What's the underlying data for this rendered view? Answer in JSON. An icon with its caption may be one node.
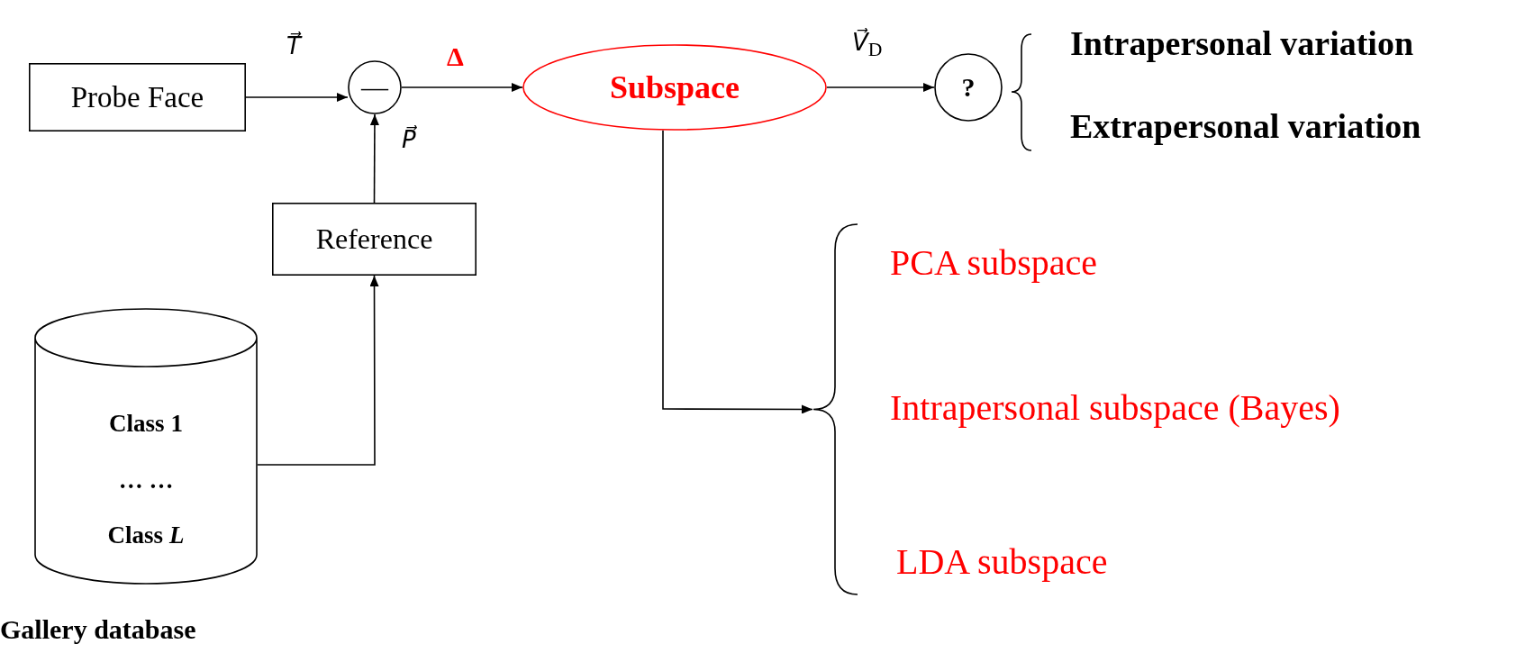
{
  "diagram": {
    "nodes": [
      {
        "text": [
          "Probe Face"
        ]
      },
      {
        "text": [
          "—"
        ]
      },
      {
        "text": [
          "Subspace"
        ]
      },
      {
        "text": [
          "?"
        ]
      },
      {
        "text": [
          "Reference"
        ]
      },
      {
        "text": [
          "Class 1",
          "… …",
          "Class *L*"
        ],
        "beside": [
          "Gallery database"
        ]
      },
      {
        "text": [],
        "shape": "brace"
      }
    ],
    "edges": [
      {
        "from": 0,
        "to": 1,
        "arrow": "to",
        "label": "T⃗"
      },
      {
        "from": 1,
        "to": 2,
        "arrow": "to",
        "label": "Δ"
      },
      {
        "from": 2,
        "to": 3,
        "arrow": "to",
        "label": "*V⃗*$_{D}$"
      },
      {
        "from": 4,
        "to": 1,
        "arrow": "to",
        "label": "P⃗"
      },
      {
        "from": 5,
        "to": 4,
        "arrow": "to"
      },
      {
        "from": 2,
        "to": 6,
        "arrow": "to"
      }
    ],
    "labels": [
      "Intrapersonal variation",
      "Extrapersonal variation",
      "PCA subspace",
      "Intrapersonal subspace (Bayes)",
      "LDA subspace"
    ]
  }
}
